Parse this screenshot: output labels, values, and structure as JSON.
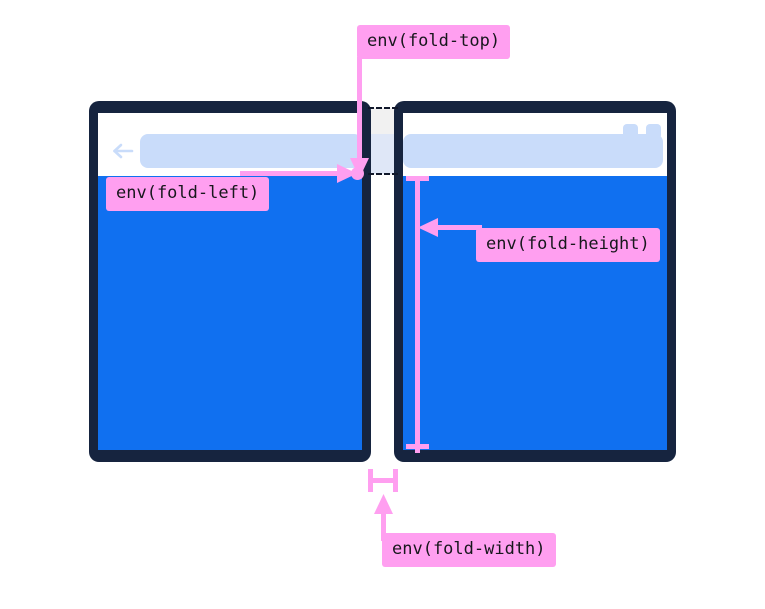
{
  "diagram": {
    "title": "CSS viewport-segment / fold environment variables on a dual-screen device",
    "type": "annotated-device-diagram",
    "colors": {
      "frame": "#16243f",
      "blue": "#1070f0",
      "pink": "#ff9ff0",
      "urlbar": "#c9dcfa",
      "chrome": "#ffffff",
      "gap": "#f1f1f1",
      "gap_urlbar": "#dfe7f7",
      "dash": "#11182b",
      "label_text": "#17171c",
      "background": "#ffffff"
    }
  },
  "labels": {
    "fold_top": "env(fold-top)",
    "fold_left": "env(fold-left)",
    "fold_height": "env(fold-height)",
    "fold_width": "env(fold-width)"
  },
  "panels": {
    "left": {
      "name": "left-screen",
      "icons": {
        "back_arrow": "back-arrow-icon"
      },
      "urlbar_value": "",
      "urlbar_placeholder": ""
    },
    "right": {
      "name": "right-screen",
      "icons": {
        "window_button_1": "window-button-icon",
        "window_button_2": "window-button-icon"
      },
      "urlbar_value": "",
      "urlbar_placeholder": ""
    }
  },
  "guides": {
    "fold_top_dashed": "fold-top-dashed-guide",
    "fold_bottom_dashed": "fold-bottom-dashed-guide",
    "fold_point": "fold-origin-point",
    "fold_height_measure": "fold-height-measure-line",
    "fold_width_measure": "fold-width-measure-bracket"
  }
}
